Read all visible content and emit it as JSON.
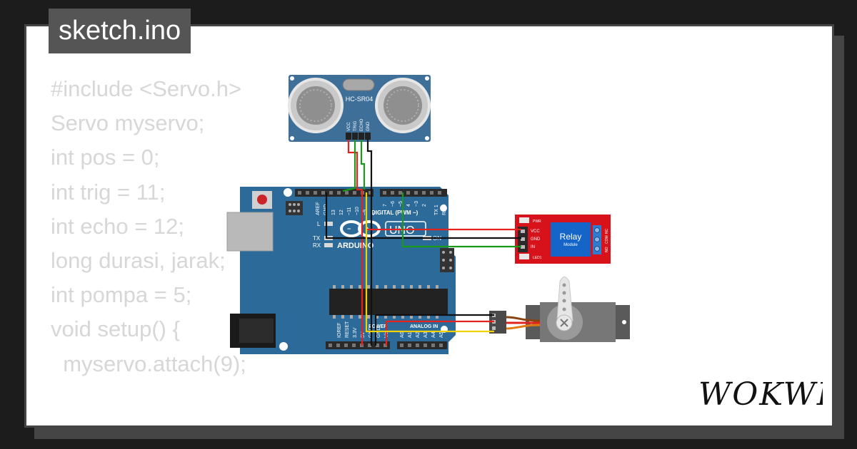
{
  "tab": {
    "title": "sketch.ino"
  },
  "code_lines": [
    "#include <Servo.h>",
    "Servo myservo;",
    "int pos = 0;",
    "",
    "int trig = 11;",
    "int echo = 12;",
    "long durasi, jarak;",
    "int pompa = 5;",
    "",
    "void setup() {",
    "  myservo.attach(9);"
  ],
  "sensor": {
    "name": "HC-SR04",
    "pins": [
      "VCC",
      "TRIG",
      "ECHO",
      "GND"
    ]
  },
  "arduino": {
    "brand": "ARDUINO",
    "model": "UNO",
    "top_header_left": [
      "AREF",
      "GND",
      "13",
      "12",
      "~11",
      "~10",
      "~9",
      "8"
    ],
    "top_header_right": [
      "7",
      "~6",
      "~5",
      "4",
      "~3",
      "2",
      "TX 1",
      "RX 0"
    ],
    "digital_label": "DIGITAL (PWM ~)",
    "led_labels": [
      "L",
      "TX",
      "RX",
      "ON"
    ],
    "bottom_left": [
      "IOREF",
      "RESET",
      "3.3V",
      "5V",
      "GND",
      "GND",
      "Vin"
    ],
    "bottom_right": [
      "A0",
      "A1",
      "A2",
      "A3",
      "A4",
      "A5"
    ],
    "power_label": "POWER",
    "analog_label": "ANALOG IN"
  },
  "relay": {
    "title": "Relay",
    "subtitle": "Module",
    "pins": [
      "VCC",
      "GND",
      "IN"
    ],
    "pwr_label": "PWR",
    "led_label": "LED1",
    "terminals": [
      "NO",
      "COM",
      "NC"
    ]
  },
  "logo": {
    "text": "WOKWI"
  },
  "colors": {
    "board": "#2b6a99",
    "sensor": "#3d6f99",
    "relay": "#d8121b",
    "wire_red": "#e3231d",
    "wire_black": "#111111",
    "wire_green": "#1a9a1a",
    "wire_yellow": "#f2d300",
    "wire_orange": "#e07b14"
  }
}
